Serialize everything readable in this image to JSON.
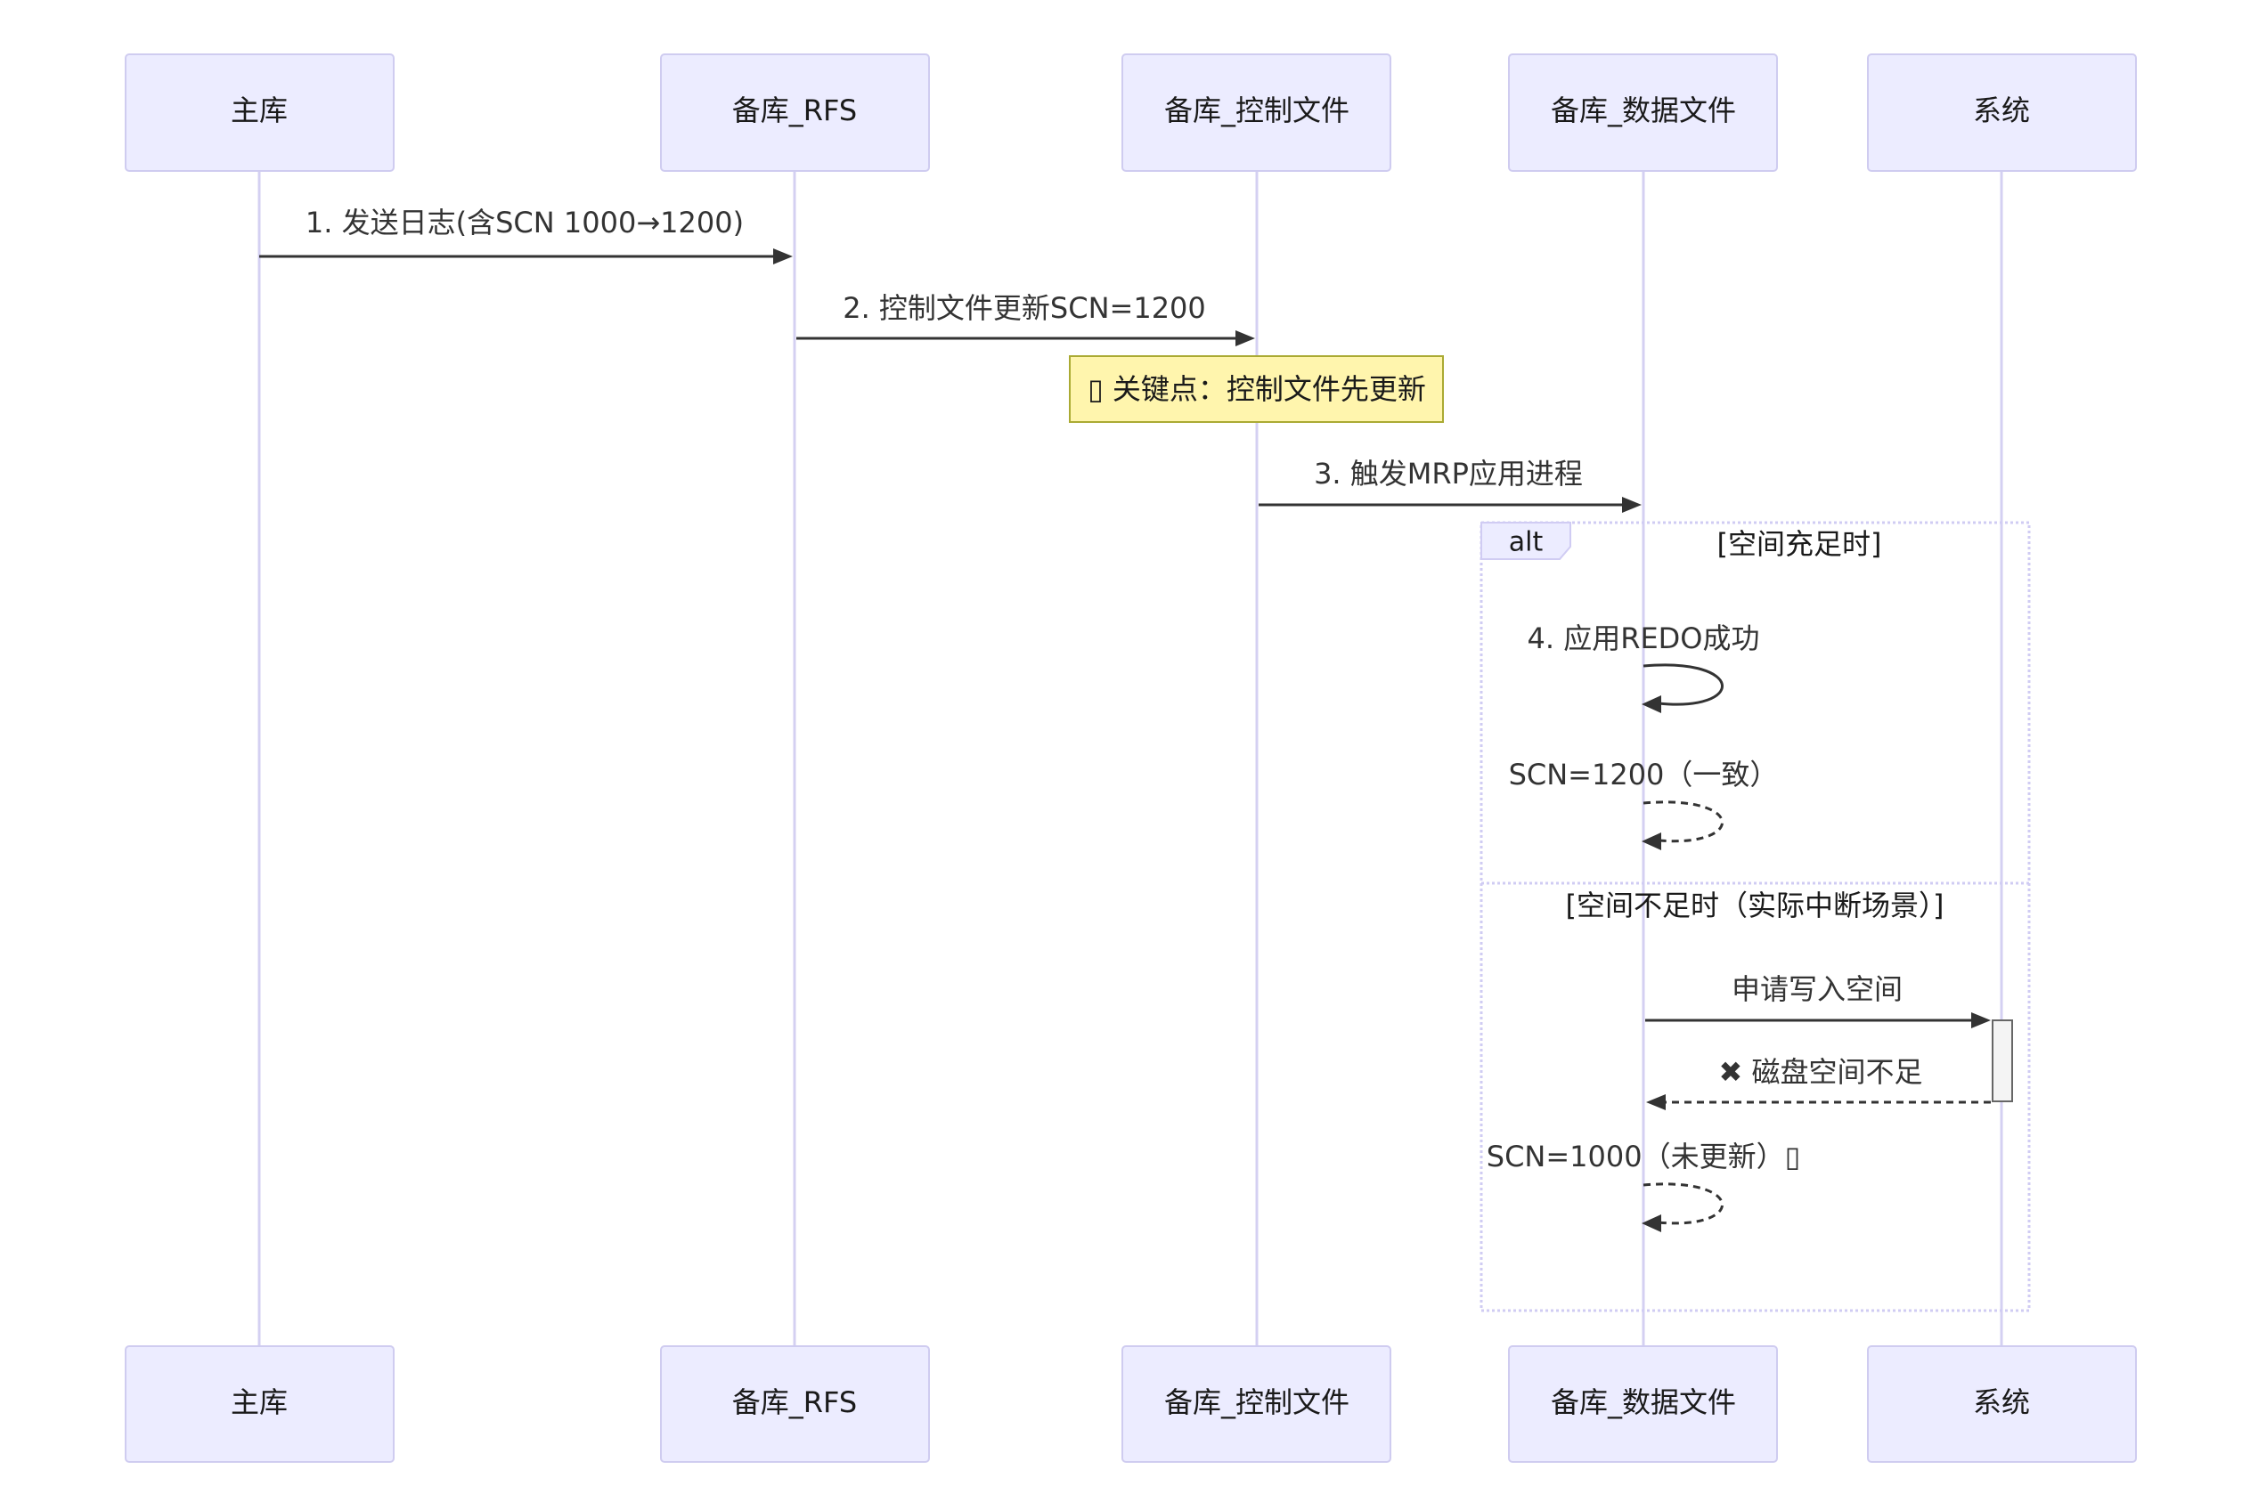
{
  "participants": [
    {
      "id": "primary",
      "label": "主库"
    },
    {
      "id": "rfs",
      "label": "备库_RFS"
    },
    {
      "id": "ctrl",
      "label": "备库_控制文件"
    },
    {
      "id": "data",
      "label": "备库_数据文件"
    },
    {
      "id": "sys",
      "label": "系统"
    }
  ],
  "messages": [
    {
      "text": "1. 发送日志(含SCN 1000→1200)"
    },
    {
      "text": "2. 控制文件更新SCN=1200"
    },
    {
      "text": "3. 触发MRP应用进程"
    },
    {
      "text": "4. 应用REDO成功"
    },
    {
      "text": "SCN=1200（一致）"
    },
    {
      "text": "申请写入空间"
    },
    {
      "text": "✖ 磁盘空间不足"
    },
    {
      "text": "SCN=1000（未更新）▯"
    }
  ],
  "note": {
    "text": "▯ 关键点：控制文件先更新"
  },
  "alt_frame": {
    "tag": "alt",
    "condition_1": "[空间充足时]",
    "condition_2": "[空间不足时（实际中断场景）]"
  },
  "colors": {
    "actor_fill": "#ECECFF",
    "actor_border": "#CFCCF0",
    "note_fill": "#FFF5AD",
    "arrow": "#333333"
  }
}
